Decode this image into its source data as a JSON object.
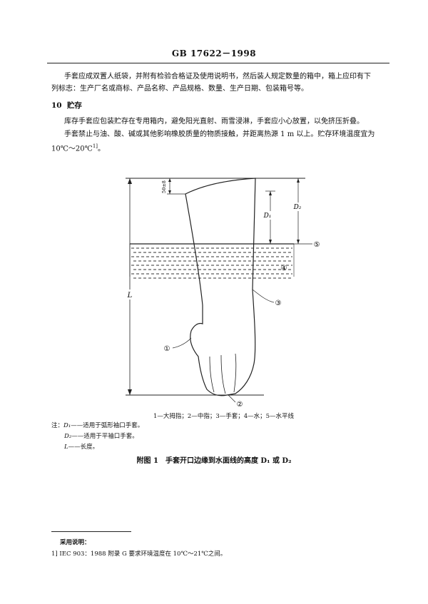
{
  "header": {
    "standard_no": "GB 17622－1998"
  },
  "packaging": {
    "line1": "手套应成双置人纸袋，并附有检验合格证及使用说明书，然后装人规定数量的箱中，箱上应印有下",
    "line2": "列标志：生产厂名或商标、产品名称、产品规格、数量、生产日期、包装箱号等。"
  },
  "section10": {
    "number": "10",
    "title": "贮存",
    "para1": "库存手套应包装贮存在专用箱内，避免阳光直射、雨雪浸淋，手套应小心放置，以免挤压折叠。",
    "para2_line1": "手套禁止与油、酸、碱或其他影响橡胶质量的物质接触，并距离热源 1 m 以上。贮存环境温度宜为",
    "para2_line2": "10℃～20℃",
    "para2_sup": "1]",
    "para2_end": "。"
  },
  "figure": {
    "labels": {
      "dim_top": "50±8",
      "d1": "D₁",
      "d2": "D₂",
      "l": "L",
      "n1": "①",
      "n2": "②",
      "n3": "③",
      "n4": "④",
      "n5": "⑤"
    },
    "legend": "1—大拇指；2—中指；3—手套；4—水；5—水平线",
    "notes": {
      "prefix": "注：",
      "d1_key": "D₁",
      "d1_text": "——适用于弧形袖口手套。",
      "d2_key": "D₂",
      "d2_text": "——适用于平袖口手套。",
      "l_key": "L",
      "l_text": "——长度。"
    },
    "caption": "附图 1　手套开口边缘到水面线的高度 D₁ 或 D₂"
  },
  "footnote": {
    "title": "采用说明：",
    "text": "1] IEC 903：1988 附录 G 要求环境温度在 10℃～21℃之间。"
  }
}
